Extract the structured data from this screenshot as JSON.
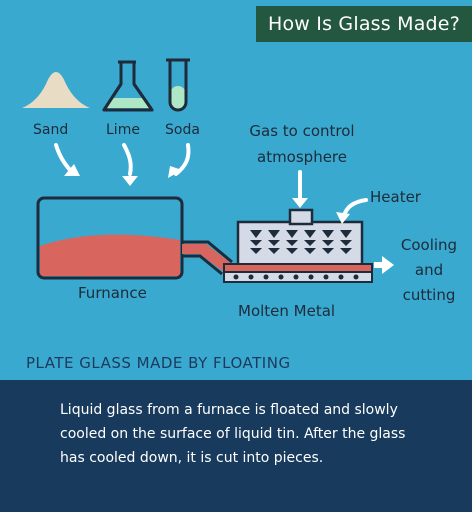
{
  "header": {
    "title": "How Is Glass Made?"
  },
  "ingredients": [
    {
      "label": "Sand",
      "icon": "sand-pile-icon"
    },
    {
      "label": "Lime",
      "icon": "flask-icon"
    },
    {
      "label": "Soda",
      "icon": "test-tube-icon"
    }
  ],
  "labels": {
    "gas_line1": "Gas to control",
    "gas_line2": "atmosphere",
    "heater": "Heater",
    "cooling_line1": "Cooling",
    "cooling_line2": "and",
    "cooling_line3": "cutting",
    "furnace": "Furnance",
    "molten_metal": "Molten Metal"
  },
  "section": {
    "heading": "PLATE GLASS MADE BY FLOATING"
  },
  "caption": {
    "text": "Liquid glass from a furnace is floated and slowly cooled on the surface of liquid tin. After the glass has cooled down, it is cut into pieces."
  },
  "colors": {
    "background": "#3aa9cf",
    "title_bg": "#23573f",
    "caption_bg": "#173a5d",
    "glass": "#d9655f",
    "outline": "#1d2b3a"
  }
}
